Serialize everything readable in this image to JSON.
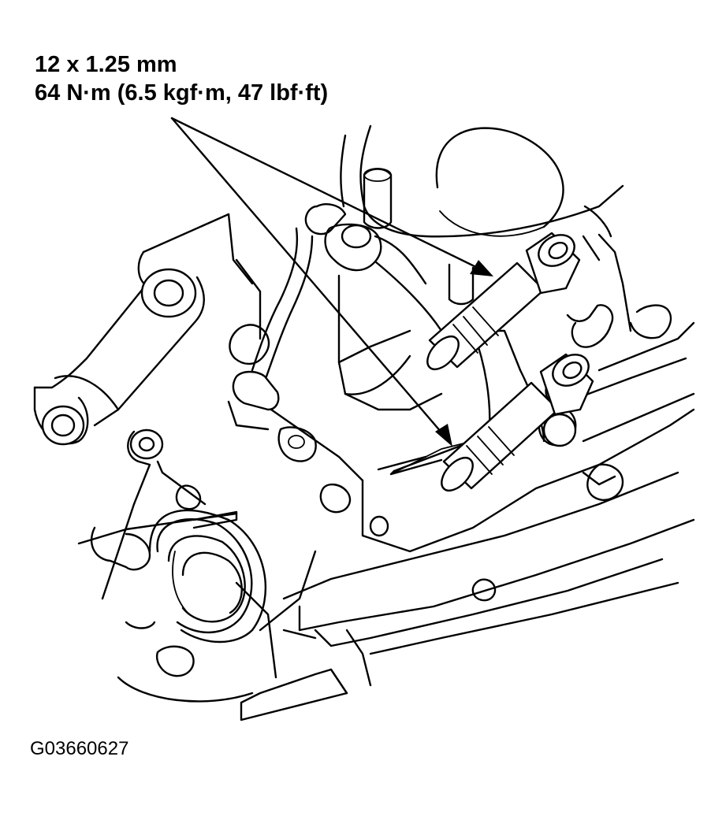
{
  "callout": {
    "size": "12 x 1.25 mm",
    "torque": "64 N·m (6.5 kgf·m, 47 lbf·ft)"
  },
  "figure_id": "G03660627"
}
